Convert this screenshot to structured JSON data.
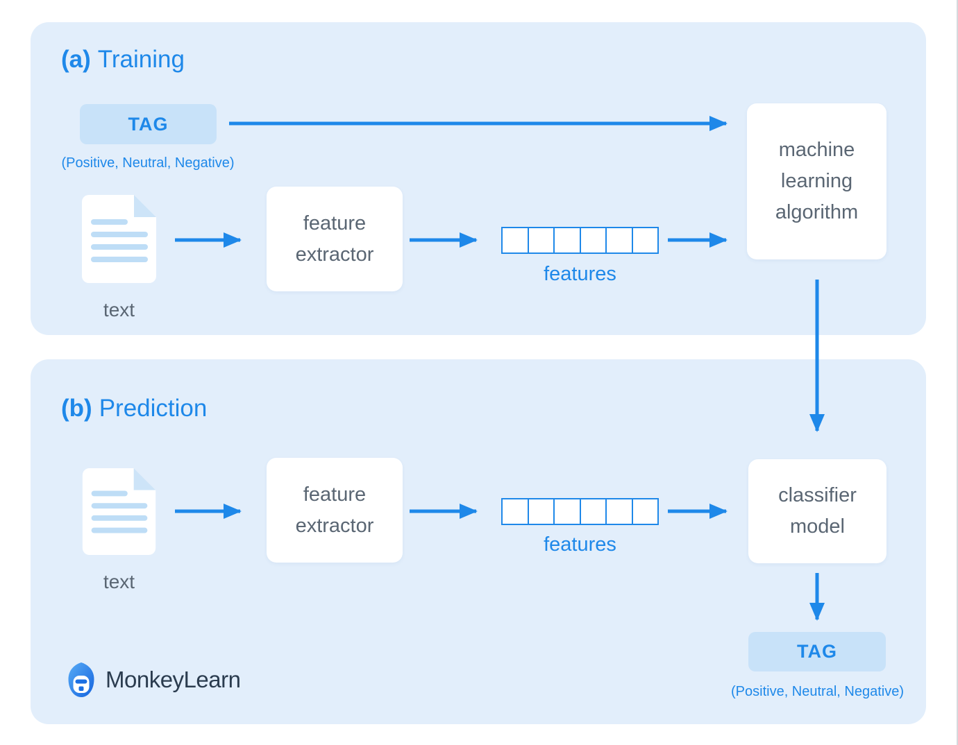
{
  "colors": {
    "accent": "#1E88E9",
    "panel_bg": "#E2EEFB",
    "tag_bg": "#C8E2F9",
    "box_bg": "#FFFFFF",
    "gray_text": "#5A6673",
    "doc_line": "#BEDDF6",
    "doc_fold": "#CDE4F8",
    "logo_navy": "#2B3C4F",
    "edge_line": "#D5D9DD"
  },
  "training": {
    "title_prefix": "(a)",
    "title": "Training",
    "tag_label": "TAG",
    "tag_values": "(Positive, Neutral, Negative)",
    "doc_label": "text",
    "extractor_label": "feature extractor",
    "features_label": "features",
    "features_cell_count": 6,
    "model_label": "machine learning algorithm"
  },
  "prediction": {
    "title_prefix": "(b)",
    "title": "Prediction",
    "doc_label": "text",
    "extractor_label": "feature extractor",
    "features_label": "features",
    "features_cell_count": 6,
    "model_label": "classifier model",
    "tag_label": "TAG",
    "tag_values": "(Positive, Neutral, Negative)"
  },
  "logo": {
    "name": "MonkeyLearn"
  }
}
